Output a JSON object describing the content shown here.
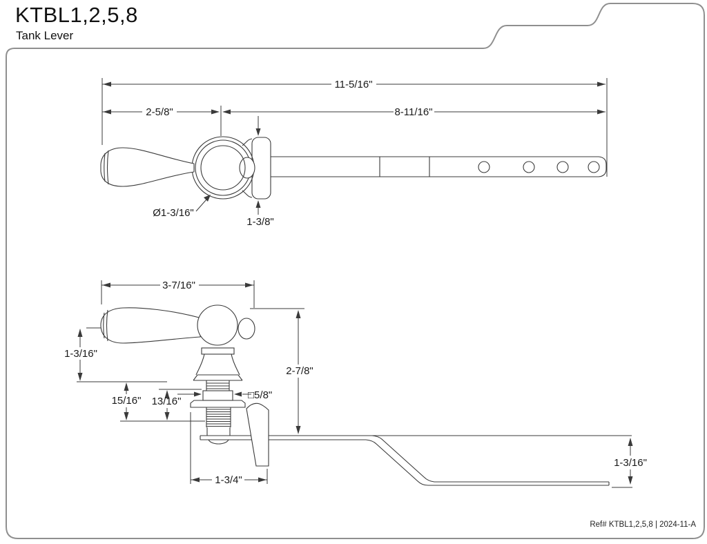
{
  "header": {
    "model": "KTBL1,2,5,8",
    "product": "Tank Lever"
  },
  "footer": {
    "ref": "Ref# KTBL1,2,5,8 | 2024-11-A"
  },
  "colors": {
    "line": "#3a3a3a",
    "border": "#8f8f8f"
  },
  "top_view": {
    "dims": {
      "overall_length": "11-5/16\"",
      "handle_to_pivot": "2-5/8\"",
      "arm_length": "8-11/16\"",
      "flange_diameter": "Ø1-3/16\"",
      "mount_block": "1-3/8\""
    }
  },
  "front_view": {
    "dims": {
      "handle_length": "3-7/16\"",
      "handle_height": "1-3/16\"",
      "overall_height": "2-7/8\"",
      "shank_length": "15/16\"",
      "thread_length": "13/16\"",
      "square_stem": "□5/8\"",
      "base_width": "1-3/4\"",
      "arm_drop": "1-3/16\""
    }
  }
}
